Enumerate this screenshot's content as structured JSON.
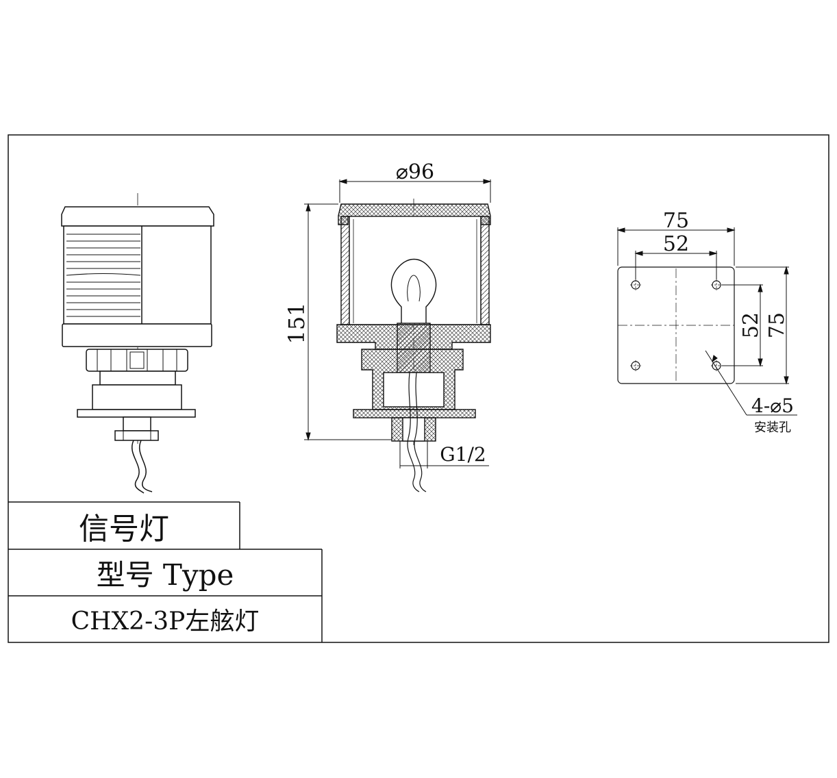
{
  "title_block": {
    "name": "信号灯",
    "type_label": "型号 Type",
    "model": "CHX2-3P左舷灯"
  },
  "dimensions": {
    "diameter": "⌀96",
    "height": "151",
    "thread": "G1/2",
    "plate_width": "75",
    "hole_spacing_x": "52",
    "hole_spacing_y": "52",
    "plate_height": "75",
    "holes": "4-⌀5",
    "holes_note": "安装孔"
  },
  "colors": {
    "line": "#111111",
    "hatch": "#444444",
    "background": "#ffffff"
  }
}
